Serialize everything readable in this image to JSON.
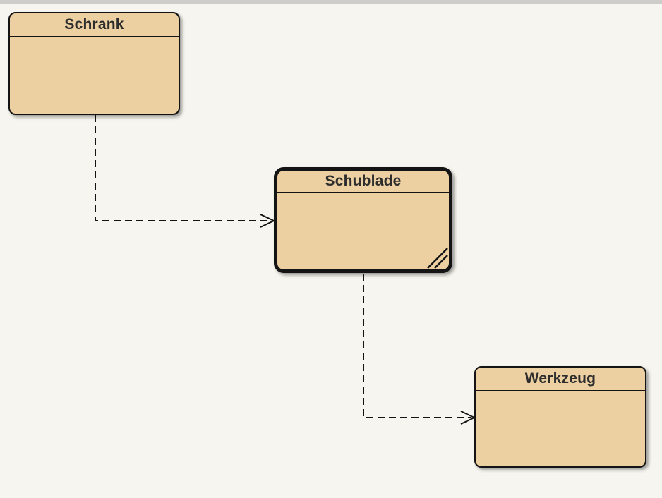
{
  "diagram": {
    "canvas": {
      "background_color": "#f6f5ef",
      "top_edge_color": "#cecdc9"
    },
    "style": {
      "node_fill_color": "#ecd0a2",
      "node_border_color": "#141414",
      "title_text_color": "#2d2d2d",
      "selected_border": "thick"
    },
    "nodes": [
      {
        "title": "Schrank",
        "selected": false
      },
      {
        "title": "Schublade",
        "selected": true
      },
      {
        "title": "Werkzeug",
        "selected": false
      }
    ],
    "connectors": [
      {
        "from": "Schrank",
        "to": "Schublade",
        "line_style": "dashed",
        "arrowhead": "open-chevron"
      },
      {
        "from": "Schublade",
        "to": "Werkzeug",
        "line_style": "dashed",
        "arrowhead": "open-chevron"
      }
    ]
  }
}
